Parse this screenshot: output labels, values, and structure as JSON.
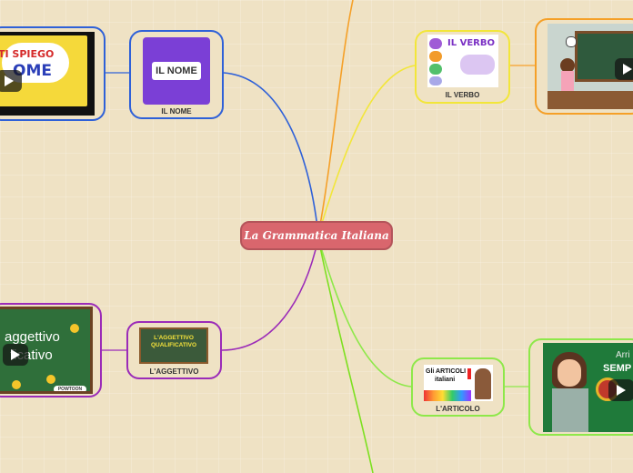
{
  "root": {
    "label": "La Grammatica Italiana"
  },
  "nodes": {
    "nome": {
      "caption": "IL NOME",
      "thumb_text": "IL NOME",
      "color": "#6a3fc7"
    },
    "verbo": {
      "caption": "IL VERBO",
      "thumb_title": "IL VERBO",
      "color": "#f2e63a"
    },
    "aggettivo": {
      "caption": "L'AGGETTIVO",
      "thumb_line1": "L'AGGETTIVO",
      "thumb_line2": "QUALIFICATIVO",
      "color": "#9b2bb8"
    },
    "articolo": {
      "caption": "L'ARTICOLO",
      "thumb_line1": "Gli ARTICOLI",
      "thumb_line2": "italiani",
      "color": "#8ee84a"
    }
  },
  "videos": {
    "nome": {
      "line1": "TI SPIEGO",
      "line2": "OME"
    },
    "verbo": {},
    "aggettivo": {
      "line1": "aggettivo",
      "line2": "ficativo",
      "badge": "POWTOON"
    },
    "articolo": {
      "line1": "Arri",
      "line2": "SEMP"
    }
  },
  "branch_colors": {
    "orange": "#f5a028",
    "yellow": "#f2e63a",
    "blue": "#2f61d8",
    "purple": "#9b2bb8",
    "green": "#8ee84a",
    "lime": "#7de020"
  }
}
